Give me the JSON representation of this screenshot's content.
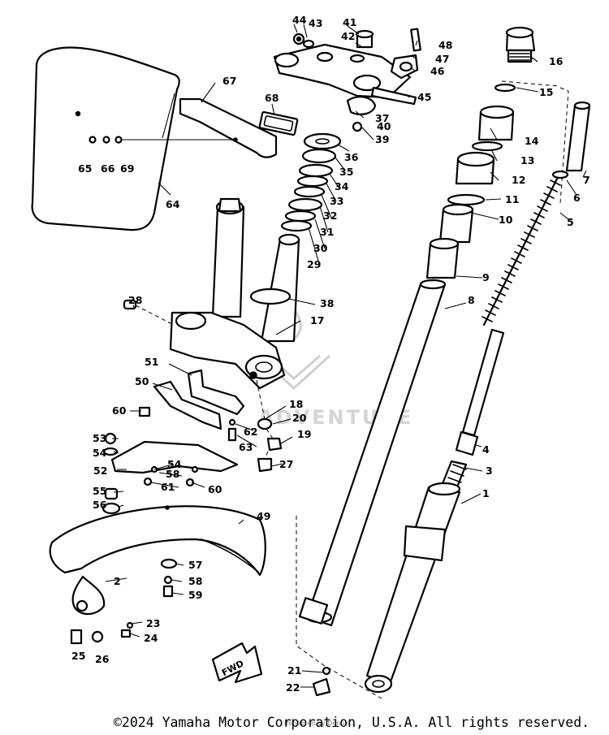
{
  "diagram": {
    "copyright": "©2024 Yamaha Motor Corporation, U.S.A. All rights reserved.",
    "watermark_text": "ADVENTURE",
    "watermark_credit": "Rendered by Dennis...",
    "fwd_label": "FWD",
    "callouts": [
      "1",
      "2",
      "3",
      "4",
      "5",
      "6",
      "7",
      "8",
      "9",
      "10",
      "11",
      "12",
      "13",
      "14",
      "15",
      "16",
      "17",
      "18",
      "19",
      "20",
      "21",
      "22",
      "23",
      "24",
      "25",
      "26",
      "27",
      "28",
      "29",
      "30",
      "31",
      "32",
      "33",
      "34",
      "35",
      "36",
      "37",
      "38",
      "39",
      "40",
      "41",
      "42",
      "43",
      "44",
      "45",
      "46",
      "47",
      "48",
      "49",
      "50",
      "51",
      "52",
      "53",
      "54",
      "55",
      "56",
      "57",
      "58",
      "59",
      "60",
      "61",
      "62",
      "63",
      "64",
      "65",
      "66",
      "67",
      "68",
      "69"
    ]
  }
}
